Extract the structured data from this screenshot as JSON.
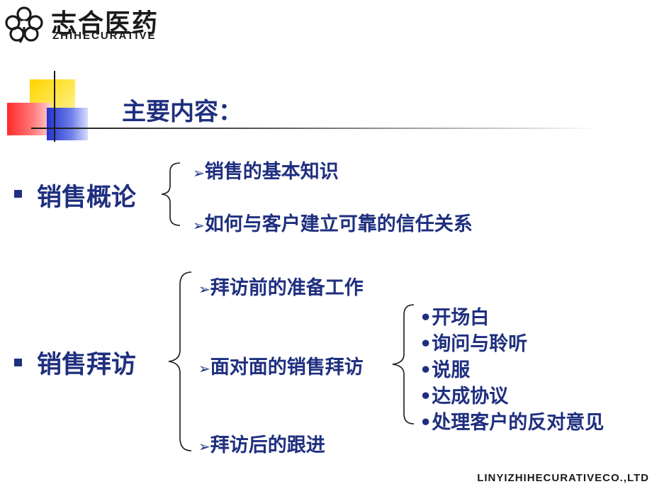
{
  "logo": {
    "name_cn": "志合医药",
    "name_en": "ZHIHECURATIVE",
    "icon": "clover-flower-icon"
  },
  "title": "主要内容：",
  "sections": [
    {
      "heading": "销售概论",
      "items": [
        {
          "marker": "➢",
          "text": "销售的基本知识"
        },
        {
          "marker": "➢",
          "text": "如何与客户建立可靠的信任关系"
        }
      ]
    },
    {
      "heading": "销售拜访",
      "items": [
        {
          "marker": "➢",
          "text": "拜访前的准备工作"
        },
        {
          "marker": "➢",
          "text": "面对面的销售拜访",
          "subitems": [
            {
              "marker": "•",
              "text": "开场白"
            },
            {
              "marker": "•",
              "text": "询问与聆听"
            },
            {
              "marker": "•",
              "text": "说服"
            },
            {
              "marker": "•",
              "text": "达成协议"
            },
            {
              "marker": "•",
              "text": "处理客户的反对意见"
            }
          ]
        },
        {
          "marker": "➢",
          "text": "拜访后的跟进"
        }
      ]
    }
  ],
  "footer": "LINYIZHIHECURATIVECO.,LTD",
  "colors": {
    "text": "#1f2f7f",
    "accent_yellow": "#ffd400",
    "accent_red": "#ff2a2a",
    "accent_blue": "#2233cc"
  }
}
